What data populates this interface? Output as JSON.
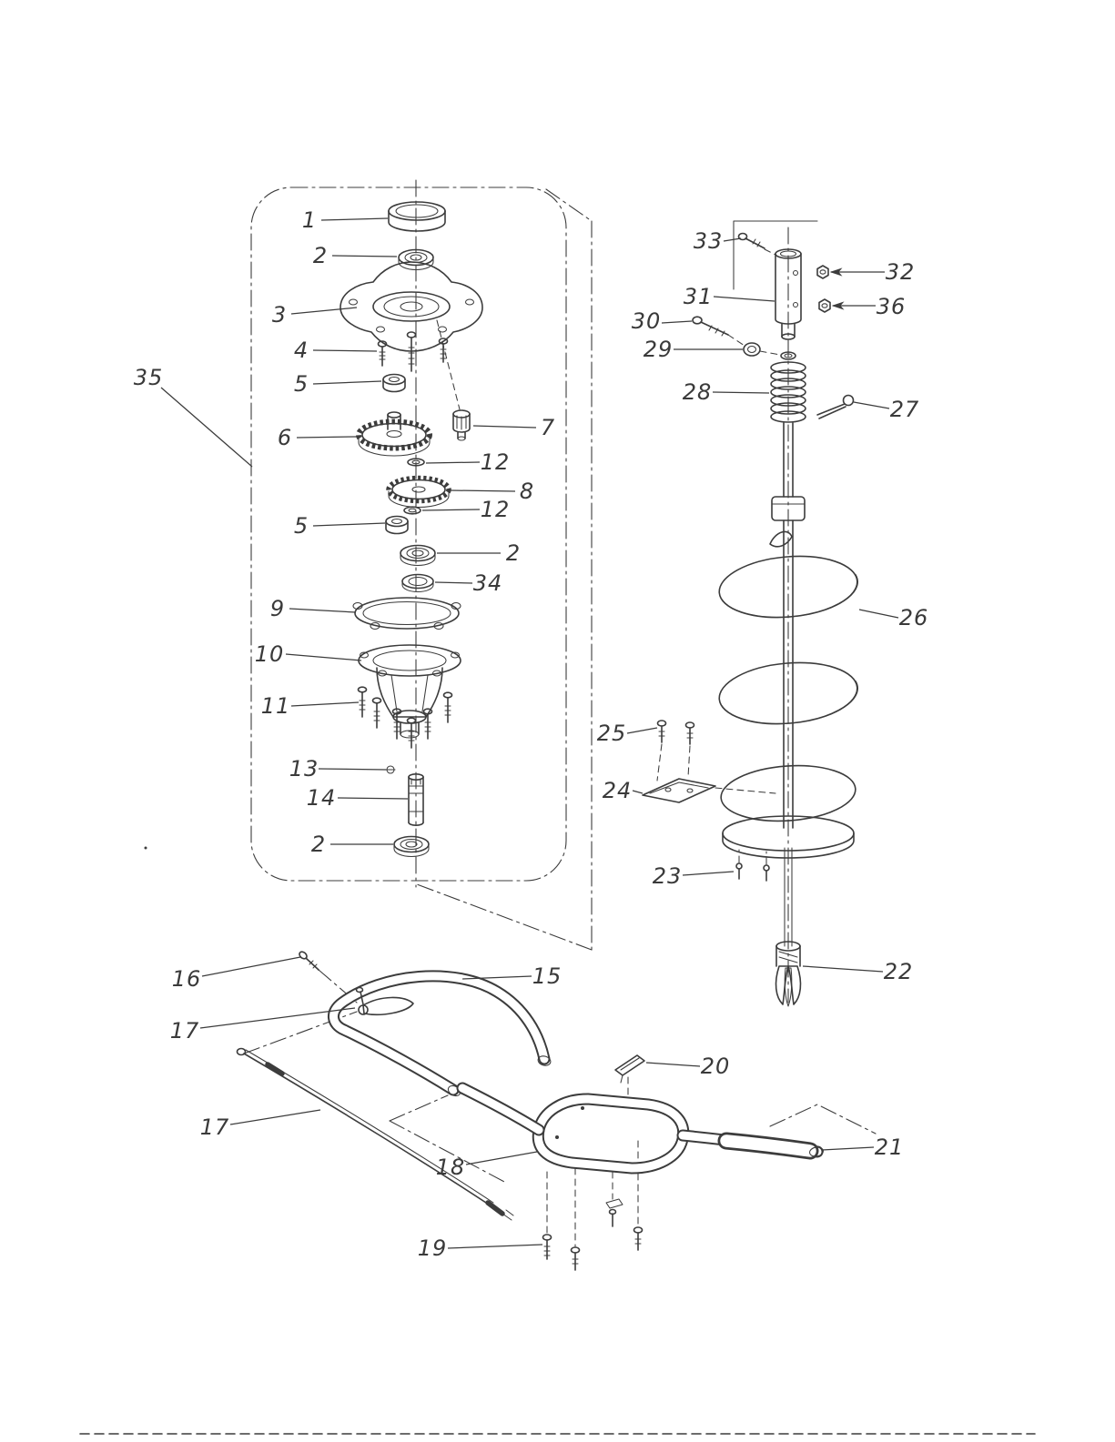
{
  "figure": {
    "type": "exploded-parts-diagram",
    "description_visible": "",
    "colors": {
      "ink": "#3c3c3c",
      "background": "#ffffff"
    }
  },
  "labels": [
    "1",
    "2",
    "3",
    "4",
    "5",
    "6",
    "7",
    "12",
    "8",
    "12",
    "5",
    "2",
    "34",
    "9",
    "10",
    "11",
    "13",
    "14",
    "2",
    "35",
    "33",
    "32",
    "31",
    "36",
    "30",
    "29",
    "28",
    "27",
    "26",
    "25",
    "24",
    "23",
    "22",
    "16",
    "15",
    "17",
    "17",
    "20",
    "18",
    "21",
    "19"
  ]
}
